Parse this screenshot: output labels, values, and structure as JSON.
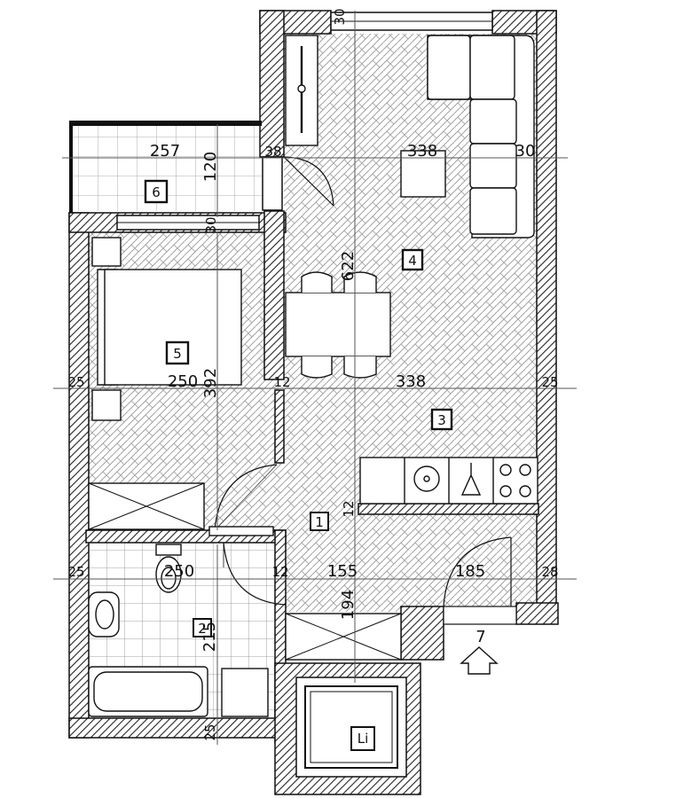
{
  "rooms": {
    "r1": "1",
    "r2": "2",
    "r3": "3",
    "r4": "4",
    "r5": "5",
    "r6": "6",
    "lift": "Li"
  },
  "entrance": "7",
  "dimensions": {
    "top_living_width": "338",
    "mid_living_width": "338",
    "living_right_wall": "30",
    "living_left_wall": "38",
    "living_depth": "622",
    "living_top_wall": "30",
    "bedroom_width": "250",
    "bedroom_depth": "392",
    "bedroom_top_wall": "30",
    "left_wall_mid": "25",
    "right_wall_mid": "25",
    "inner_wall_mid": "12",
    "balcony_width": "257",
    "balcony_depth": "120",
    "bath_width": "250",
    "bath_depth": "215",
    "left_wall_low": "25",
    "inner_wall_low": "12",
    "hall_width": "155",
    "hall_depth": "194",
    "hall_right_width": "185",
    "right_wall_low": "28",
    "kitchen_wall": "12",
    "bottom_wall": "25"
  },
  "colors": {
    "wall_hatch": "#222222",
    "line": "#111111",
    "background": "#ffffff"
  }
}
